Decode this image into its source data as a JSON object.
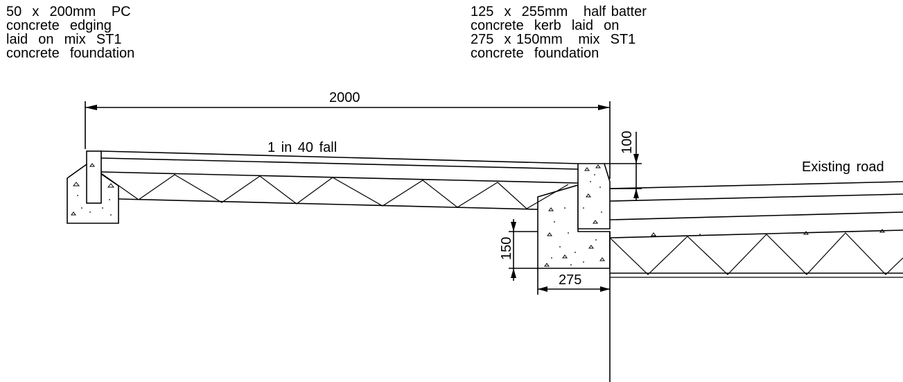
{
  "notes": {
    "edging": {
      "line1": "50  x  200mm   PC",
      "line2": "concrete  edging",
      "line3": "laid  on  mix  ST1",
      "line4": "concrete  foundation"
    },
    "kerb": {
      "line1": "125  x  255mm   half batter",
      "line2": "concrete  kerb  laid  on",
      "line3": "275  x 150mm   mix  ST1",
      "line4": "concrete  foundation"
    }
  },
  "dimensions": {
    "footway_width": "2000",
    "kerb_upstand": "100",
    "foundation_depth": "150",
    "foundation_width": "275"
  },
  "labels": {
    "fall": "1  in  40  fall",
    "road": "Existing  road"
  }
}
